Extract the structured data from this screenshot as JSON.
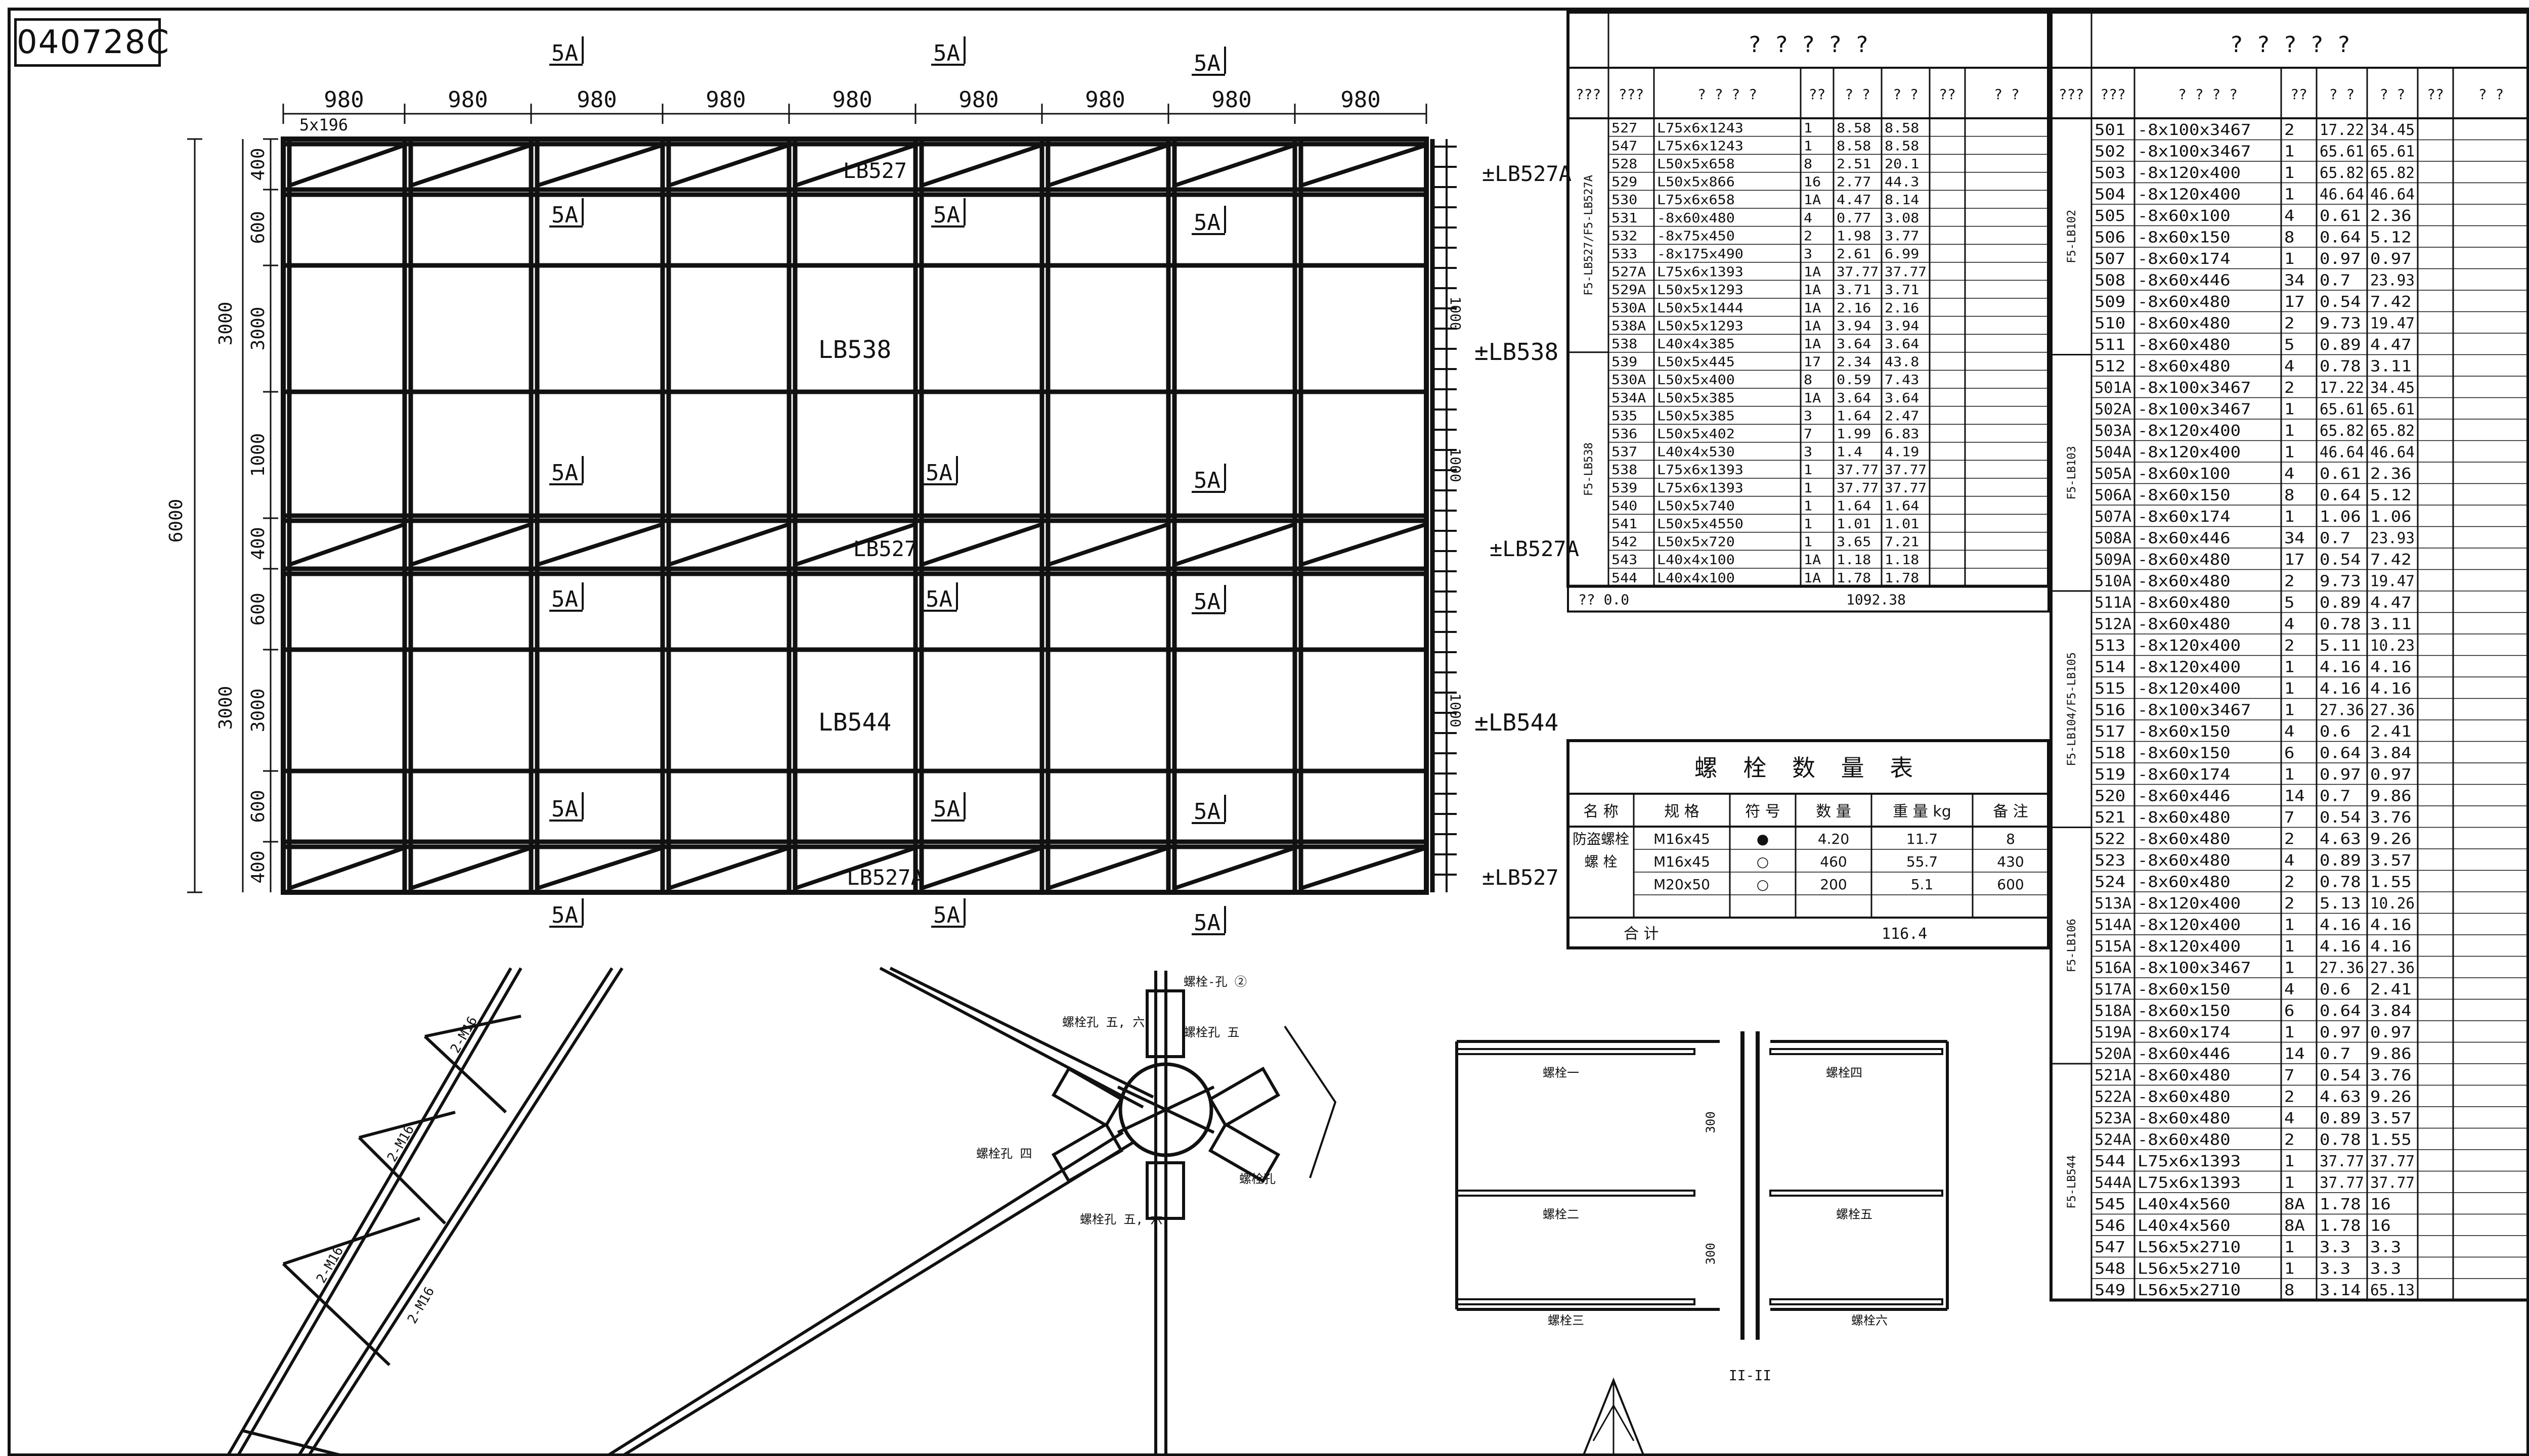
{
  "drawing_code": "040728C",
  "elevation": {
    "dimensions_top": [
      "980",
      "980",
      "980",
      "980",
      "980",
      "980",
      "980",
      "980",
      "980"
    ],
    "first_sub_dim": "5x196",
    "dims_left_inner": [
      "400",
      "600",
      "3000",
      "1000",
      "400",
      "600",
      "3000",
      "600",
      "400"
    ],
    "dims_left_outer": [
      "3000",
      "3000"
    ],
    "total_height": "6000",
    "section_marks": [
      "5A",
      "5A",
      "5A"
    ],
    "beam_labels": [
      "LB527",
      "LB538",
      "LB527",
      "LB544",
      "LB527A"
    ],
    "right_labels": [
      "±LB527A",
      "±LB538",
      "±LB527A",
      "±LB544",
      "±LB527"
    ],
    "right_side_dims": [
      "1000",
      "1000",
      "1000"
    ]
  },
  "material_table": {
    "title": "? ? ? ? ?",
    "headers": [
      "???",
      "???",
      "? ? ? ?",
      "??",
      "? ?",
      "? ?",
      "??",
      "? ?"
    ],
    "group_labels": [
      "F5-LB527/F5-LB527A",
      "F5-LB538"
    ],
    "rows": [
      [
        "527",
        "L75x6x1243",
        "1",
        "8.58",
        "8.58"
      ],
      [
        "547",
        "L75x6x1243",
        "1",
        "8.58",
        "8.58"
      ],
      [
        "528",
        "L50x5x658",
        "8",
        "2.51",
        "20.1"
      ],
      [
        "529",
        "L50x5x866",
        "16",
        "2.77",
        "44.3"
      ],
      [
        "530",
        "L75x6x658",
        "1A",
        "4.47",
        "8.14"
      ],
      [
        "531",
        "-8x60x480",
        "4",
        "0.77",
        "3.08"
      ],
      [
        "532",
        "-8x75x450",
        "2",
        "1.98",
        "3.77"
      ],
      [
        "533",
        "-8x175x490",
        "3",
        "2.61",
        "6.99"
      ],
      [
        "527A",
        "L75x6x1393",
        "1A",
        "37.77",
        "37.77"
      ],
      [
        "529A",
        "L50x5x1293",
        "1A",
        "3.71",
        "3.71"
      ],
      [
        "530A",
        "L50x5x1444",
        "1A",
        "2.16",
        "2.16"
      ],
      [
        "538A",
        "L50x5x1293",
        "1A",
        "3.94",
        "3.94"
      ],
      [
        "538",
        "L40x4x385",
        "1A",
        "3.64",
        "3.64"
      ],
      [
        "539",
        "L50x5x445",
        "17",
        "2.34",
        "43.8"
      ],
      [
        "530A",
        "L50x5x400",
        "8",
        "0.59",
        "7.43"
      ],
      [
        "534A",
        "L50x5x385",
        "1A",
        "3.64",
        "3.64"
      ],
      [
        "535",
        "L50x5x385",
        "3",
        "1.64",
        "2.47"
      ],
      [
        "536",
        "L50x5x402",
        "7",
        "1.99",
        "6.83"
      ],
      [
        "537",
        "L40x4x530",
        "3",
        "1.4",
        "4.19"
      ],
      [
        "538",
        "L75x6x1393",
        "1",
        "37.77",
        "37.77"
      ],
      [
        "539",
        "L75x6x1393",
        "1",
        "37.77",
        "37.77"
      ],
      [
        "540",
        "L50x5x740",
        "1",
        "1.64",
        "1.64"
      ],
      [
        "541",
        "L50x5x4550",
        "1",
        "1.01",
        "1.01"
      ],
      [
        "542",
        "L50x5x720",
        "1",
        "3.65",
        "7.21"
      ],
      [
        "543",
        "L40x4x100",
        "1A",
        "1.18",
        "1.18"
      ],
      [
        "544",
        "L40x4x100",
        "1A",
        "1.78",
        "1.78"
      ]
    ],
    "footer_label": "?? 0.0",
    "footer_value": "1092.38"
  },
  "bolt_table": {
    "title": "螺 栓 数 量 表",
    "headers": [
      "名 称",
      "规 格",
      "符 号",
      "数 量",
      "重 量 kg",
      "备 注"
    ],
    "rows": [
      [
        "防盗螺栓",
        "M16x45",
        "●",
        "4.20",
        "11.7",
        "8"
      ],
      [
        "螺 栓",
        "M16x45",
        "○",
        "460",
        "55.7",
        "430"
      ],
      [
        "",
        "M20x50",
        "○",
        "200",
        "5.1",
        "600"
      ]
    ],
    "total_label": "合   计",
    "total_value": "116.4"
  },
  "parts_table": {
    "title": "? ? ? ? ?",
    "headers": [
      "???",
      "???",
      "? ? ? ?",
      "??",
      "? ?",
      "? ?",
      "??",
      "? ?"
    ],
    "group_labels": [
      "F5-LB102",
      "F5-LB103",
      "F5-LB104/F5-LB105",
      "F5-LB106",
      "F5-LB544"
    ],
    "rows": [
      [
        "501",
        "-8x100x3467",
        "2",
        "17.22",
        "34.45"
      ],
      [
        "502",
        "-8x100x3467",
        "1",
        "65.61",
        "65.61"
      ],
      [
        "503",
        "-8x120x400",
        "1",
        "65.82",
        "65.82"
      ],
      [
        "504",
        "-8x120x400",
        "1",
        "46.64",
        "46.64"
      ],
      [
        "505",
        "-8x60x100",
        "4",
        "0.61",
        "2.36"
      ],
      [
        "506",
        "-8x60x150",
        "8",
        "0.64",
        "5.12"
      ],
      [
        "507",
        "-8x60x174",
        "1",
        "0.97",
        "0.97"
      ],
      [
        "508",
        "-8x60x446",
        "34",
        "0.7",
        "23.93"
      ],
      [
        "509",
        "-8x60x480",
        "17",
        "0.54",
        "7.42"
      ],
      [
        "510",
        "-8x60x480",
        "2",
        "9.73",
        "19.47"
      ],
      [
        "511",
        "-8x60x480",
        "5",
        "0.89",
        "4.47"
      ],
      [
        "512",
        "-8x60x480",
        "4",
        "0.78",
        "3.11"
      ],
      [
        "501A",
        "-8x100x3467",
        "2",
        "17.22",
        "34.45"
      ],
      [
        "502A",
        "-8x100x3467",
        "1",
        "65.61",
        "65.61"
      ],
      [
        "503A",
        "-8x120x400",
        "1",
        "65.82",
        "65.82"
      ],
      [
        "504A",
        "-8x120x400",
        "1",
        "46.64",
        "46.64"
      ],
      [
        "505A",
        "-8x60x100",
        "4",
        "0.61",
        "2.36"
      ],
      [
        "506A",
        "-8x60x150",
        "8",
        "0.64",
        "5.12"
      ],
      [
        "507A",
        "-8x60x174",
        "1",
        "1.06",
        "1.06"
      ],
      [
        "508A",
        "-8x60x446",
        "34",
        "0.7",
        "23.93"
      ],
      [
        "509A",
        "-8x60x480",
        "17",
        "0.54",
        "7.42"
      ],
      [
        "510A",
        "-8x60x480",
        "2",
        "9.73",
        "19.47"
      ],
      [
        "511A",
        "-8x60x480",
        "5",
        "0.89",
        "4.47"
      ],
      [
        "512A",
        "-8x60x480",
        "4",
        "0.78",
        "3.11"
      ],
      [
        "513",
        "-8x120x400",
        "2",
        "5.11",
        "10.23"
      ],
      [
        "514",
        "-8x120x400",
        "1",
        "4.16",
        "4.16"
      ],
      [
        "515",
        "-8x120x400",
        "1",
        "4.16",
        "4.16"
      ],
      [
        "516",
        "-8x100x3467",
        "1",
        "27.36",
        "27.36"
      ],
      [
        "517",
        "-8x60x150",
        "4",
        "0.6",
        "2.41"
      ],
      [
        "518",
        "-8x60x150",
        "6",
        "0.64",
        "3.84"
      ],
      [
        "519",
        "-8x60x174",
        "1",
        "0.97",
        "0.97"
      ],
      [
        "520",
        "-8x60x446",
        "14",
        "0.7",
        "9.86"
      ],
      [
        "521",
        "-8x60x480",
        "7",
        "0.54",
        "3.76"
      ],
      [
        "522",
        "-8x60x480",
        "2",
        "4.63",
        "9.26"
      ],
      [
        "523",
        "-8x60x480",
        "4",
        "0.89",
        "3.57"
      ],
      [
        "524",
        "-8x60x480",
        "2",
        "0.78",
        "1.55"
      ],
      [
        "513A",
        "-8x120x400",
        "2",
        "5.13",
        "10.26"
      ],
      [
        "514A",
        "-8x120x400",
        "1",
        "4.16",
        "4.16"
      ],
      [
        "515A",
        "-8x120x400",
        "1",
        "4.16",
        "4.16"
      ],
      [
        "516A",
        "-8x100x3467",
        "1",
        "27.36",
        "27.36"
      ],
      [
        "517A",
        "-8x60x150",
        "4",
        "0.6",
        "2.41"
      ],
      [
        "518A",
        "-8x60x150",
        "6",
        "0.64",
        "3.84"
      ],
      [
        "519A",
        "-8x60x174",
        "1",
        "0.97",
        "0.97"
      ],
      [
        "520A",
        "-8x60x446",
        "14",
        "0.7",
        "9.86"
      ],
      [
        "521A",
        "-8x60x480",
        "7",
        "0.54",
        "3.76"
      ],
      [
        "522A",
        "-8x60x480",
        "2",
        "4.63",
        "9.26"
      ],
      [
        "523A",
        "-8x60x480",
        "4",
        "0.89",
        "3.57"
      ],
      [
        "524A",
        "-8x60x480",
        "2",
        "0.78",
        "1.55"
      ],
      [
        "544",
        "L75x6x1393",
        "1",
        "37.77",
        "37.77"
      ],
      [
        "544A",
        "L75x6x1393",
        "1",
        "37.77",
        "37.77"
      ],
      [
        "545",
        "L40x4x560",
        "8A",
        "1.78",
        "16"
      ],
      [
        "546",
        "L40x4x560",
        "8A",
        "1.78",
        "16"
      ],
      [
        "547",
        "L56x5x2710",
        "1",
        "3.3",
        "3.3"
      ],
      [
        "548",
        "L56x5x2710",
        "1",
        "3.3",
        "3.3"
      ],
      [
        "549",
        "L56x5x2710",
        "8",
        "3.14",
        "65.13"
      ]
    ]
  },
  "details": {
    "truss_labels": [
      "2-M16",
      "2-M16",
      "2-M16",
      "2-M16"
    ],
    "node_labels": [
      "螺栓-孔 ②",
      "螺栓孔 五, 六",
      "螺栓孔 五",
      "螺栓孔 五, 六",
      "螺栓孔 四",
      "螺栓孔"
    ],
    "section_labels": [
      "螺栓一",
      "螺栓二",
      "螺栓三",
      "螺栓四",
      "螺栓五",
      "螺栓六"
    ],
    "section_title": "II-II",
    "section_dims": [
      "300",
      "300"
    ]
  }
}
